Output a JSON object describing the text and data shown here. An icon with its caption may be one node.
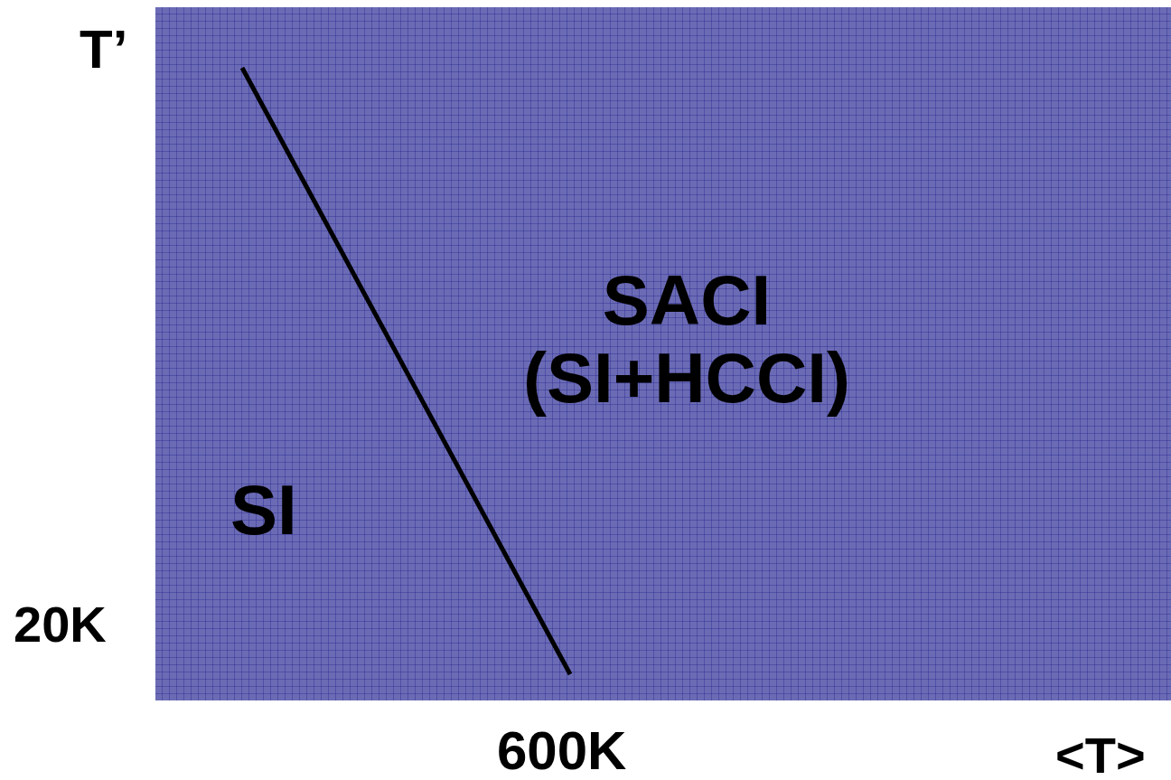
{
  "diagram": {
    "labels": [
      "T’",
      "SACI (SI+HCCI)",
      "SI",
      "20K",
      "600K",
      "<T>"
    ]
  }
}
